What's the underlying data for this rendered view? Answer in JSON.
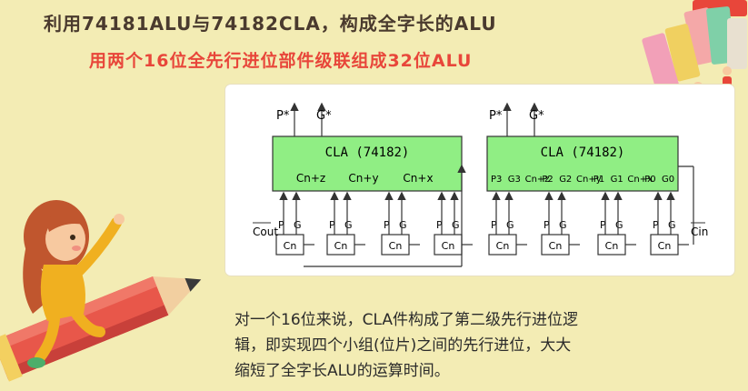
{
  "header": {
    "title": "利用74181ALU与74182CLA，构成全字长的ALU",
    "subtitle": "用两个16位全先行进位部件级联组成32位ALU"
  },
  "diagram": {
    "left_cla": {
      "name": "CLA (74182)",
      "out_p": "P*",
      "out_g": "G*",
      "carry_outputs": [
        "Cn+z",
        "Cn+y",
        "Cn+x"
      ]
    },
    "right_cla": {
      "name": "CLA (74182)",
      "out_p": "P*",
      "out_g": "G*",
      "inputs": [
        "P3",
        "G3",
        "Cn+z",
        "P2",
        "G2",
        "Cn+y",
        "P1",
        "G1",
        "Cn+x",
        "P0",
        "G0"
      ]
    },
    "alu_label": "Cn",
    "pin_p": "P",
    "pin_g": "G",
    "cout": "Cout",
    "cin": "Cin"
  },
  "description": {
    "lines": [
      "对一个16位来说，CLA件构成了第二级先行进位逻",
      "辑，即实现四个小组(位片)之间的先行进位，大大",
      "缩短了全字长ALU的运算时间。"
    ]
  },
  "colors": {
    "background": "#f3ecb4",
    "cla_fill": "#90ee84",
    "subtitle": "#e8463a",
    "title": "#4a3a2e"
  }
}
